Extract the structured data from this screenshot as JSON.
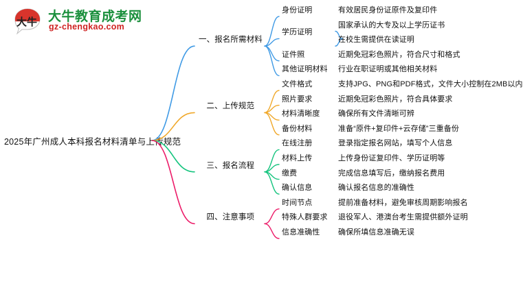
{
  "brand": {
    "name_cn": "大牛教育成考网",
    "domain": "gz-chengkao.com",
    "mark_text": "大牛",
    "color_cn": "#1a8f3c",
    "color_en": "#cf2222",
    "color_mark_top": "#d8342c"
  },
  "mindmap": {
    "root": "2025年广州成人本科报名材料清单与上传规范",
    "branches": [
      {
        "label": "一、报名所需材料",
        "color": "#3f9ae5",
        "children": [
          {
            "label": "身份证明",
            "children": [
              {
                "label": "有效居民身份证原件及复印件"
              }
            ]
          },
          {
            "label": "学历证明",
            "children": [
              {
                "label": "国家承认的大专及以上学历证书"
              },
              {
                "label": "在校生需提供在读证明"
              }
            ]
          },
          {
            "label": "证件照",
            "children": [
              {
                "label": "近期免冠彩色照片，符合尺寸和格式"
              }
            ]
          },
          {
            "label": "其他证明材料",
            "children": [
              {
                "label": "行业在职证明或其他相关材料"
              }
            ]
          }
        ]
      },
      {
        "label": "二、上传规范",
        "color": "#f0a82a",
        "children": [
          {
            "label": "文件格式",
            "children": [
              {
                "label": "支持JPG、PNG和PDF格式，文件大小控制在2MB以内"
              }
            ]
          },
          {
            "label": "照片要求",
            "children": [
              {
                "label": "近期免冠彩色照片，符合具体要求"
              }
            ]
          },
          {
            "label": "材料清晰度",
            "children": [
              {
                "label": "确保所有文件清晰可辨"
              }
            ]
          },
          {
            "label": "备份材料",
            "children": [
              {
                "label": "准备“原件+复印件+云存储”三重备份"
              }
            ]
          }
        ]
      },
      {
        "label": "三、报名流程",
        "color": "#15c47e",
        "children": [
          {
            "label": "在线注册",
            "children": [
              {
                "label": "登录指定报名网站，填写个人信息"
              }
            ]
          },
          {
            "label": "材料上传",
            "children": [
              {
                "label": "上传身份证复印件、学历证明等"
              }
            ]
          },
          {
            "label": "缴费",
            "children": [
              {
                "label": "完成信息填写后，缴纳报名费用"
              }
            ]
          },
          {
            "label": "确认信息",
            "children": [
              {
                "label": "确认报名信息的准确性"
              }
            ]
          }
        ]
      },
      {
        "label": "四、注意事项",
        "color": "#ec1b68",
        "children": [
          {
            "label": "时间节点",
            "children": [
              {
                "label": "提前准备材料，避免审核周期影响报名"
              }
            ]
          },
          {
            "label": "特殊人群要求",
            "children": [
              {
                "label": "退役军人、港澳台考生需提供额外证明"
              }
            ]
          },
          {
            "label": "信息准确性",
            "children": [
              {
                "label": "确保所填信息准确无误"
              }
            ]
          }
        ]
      }
    ]
  }
}
